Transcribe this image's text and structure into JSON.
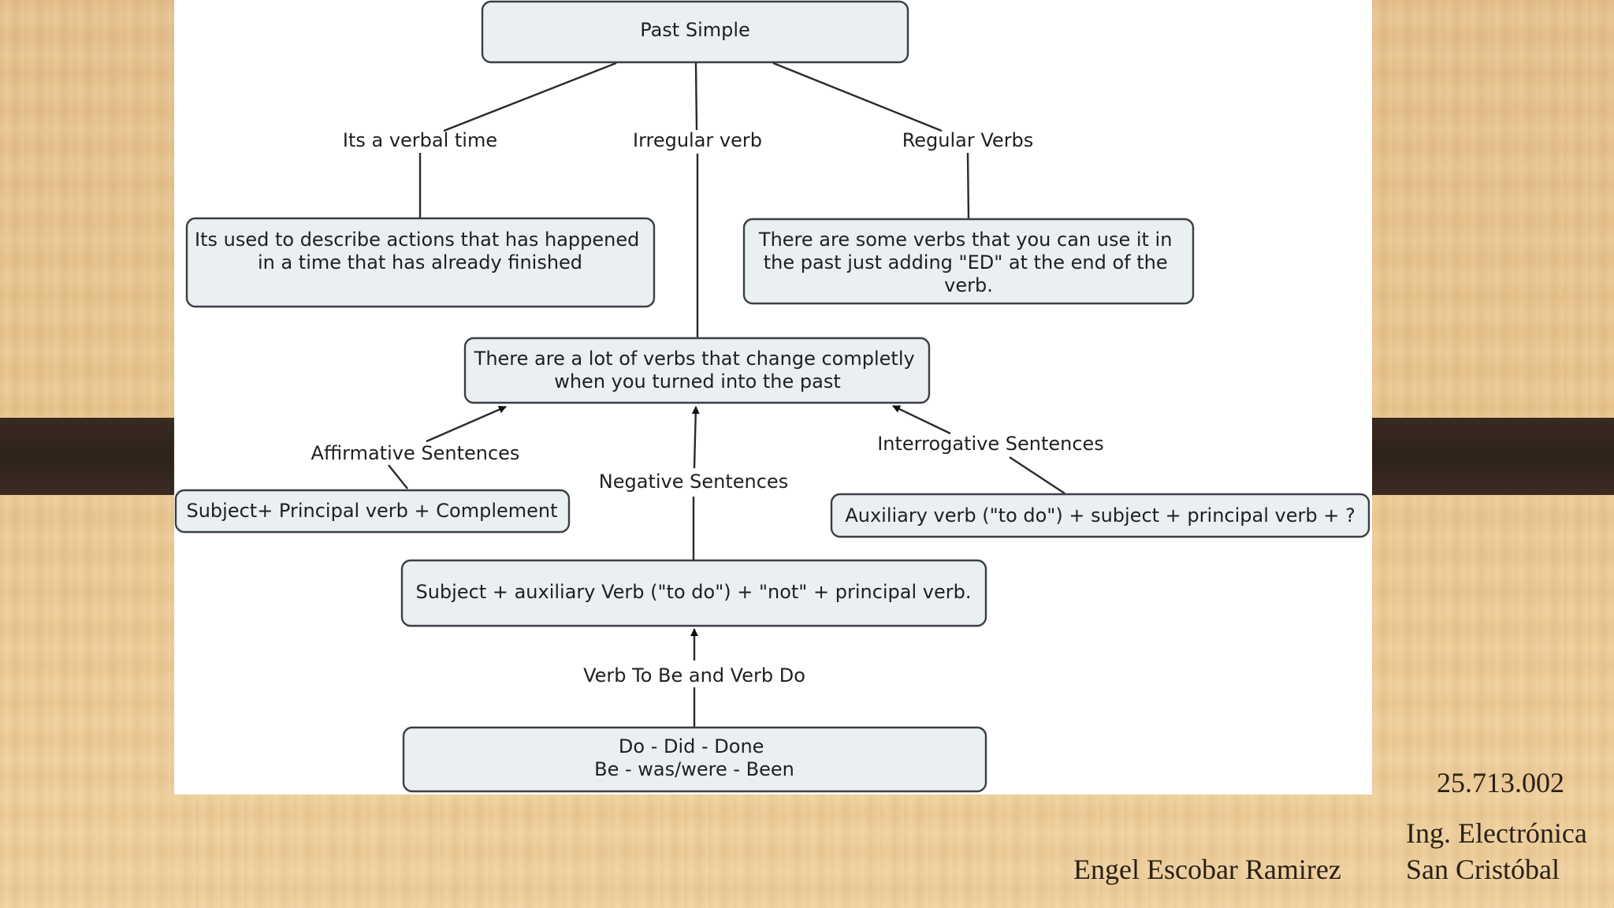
{
  "nodes": {
    "past_simple": {
      "lines": [
        "Past Simple"
      ]
    },
    "verbal_time_desc": {
      "lines": [
        "Its used to describe actions that has happened",
        "in a time that has already finished"
      ]
    },
    "regular_desc": {
      "lines": [
        "There are some verbs that you can use it in",
        "the past just adding \"ED\" at the end of the",
        "verb."
      ]
    },
    "irregular_desc": {
      "lines": [
        "There are a lot of verbs that change completly",
        "when you turned into the past"
      ]
    },
    "affirmative_formula": {
      "lines": [
        "Subject+ Principal verb + Complement"
      ]
    },
    "interrogative_formula": {
      "lines": [
        "Auxiliary verb (\"to do\") + subject + principal verb + ?"
      ]
    },
    "negative_formula": {
      "lines": [
        "Subject + auxiliary Verb (\"to do\") + \"not\" + principal verb."
      ]
    },
    "verb_forms": {
      "lines": [
        "Do - Did - Done",
        "Be - was/were - Been"
      ]
    }
  },
  "links": {
    "verbal_time": "Its a verbal time",
    "irregular_verb": "Irregular verb",
    "regular_verbs": "Regular Verbs",
    "affirmative": "Affirmative Sentences",
    "negative": "Negative Sentences",
    "interrogative": "Interrogative Sentences",
    "to_be_do": "Verb To Be and Verb Do"
  },
  "footer": {
    "number": "25.713.002",
    "career": "Ing. Electrónica",
    "author": "Engel Escobar Ramirez",
    "location": "San Cristóbal"
  }
}
